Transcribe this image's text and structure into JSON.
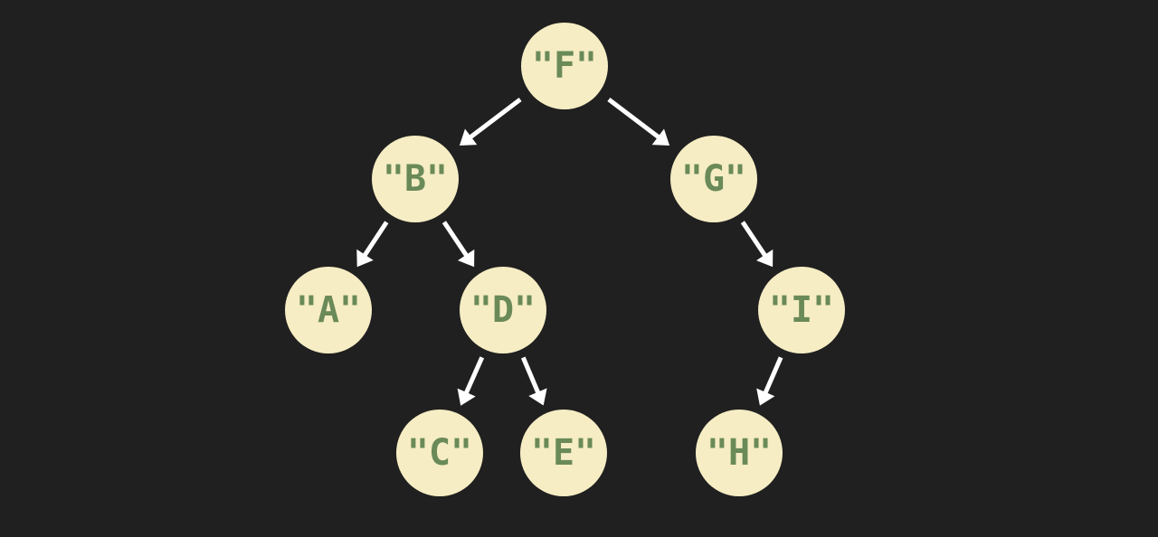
{
  "tree": {
    "colors": {
      "background": "#202020",
      "node_fill": "#f6edc4",
      "label_text": "#6a8a58",
      "arrow": "#ffffff"
    },
    "nodes": [
      {
        "id": "F",
        "label": "\"F\""
      },
      {
        "id": "B",
        "label": "\"B\""
      },
      {
        "id": "G",
        "label": "\"G\""
      },
      {
        "id": "A",
        "label": "\"A\""
      },
      {
        "id": "D",
        "label": "\"D\""
      },
      {
        "id": "I",
        "label": "\"I\""
      },
      {
        "id": "C",
        "label": "\"C\""
      },
      {
        "id": "E",
        "label": "\"E\""
      },
      {
        "id": "H",
        "label": "\"H\""
      }
    ],
    "edges": [
      {
        "from": "F",
        "to": "B"
      },
      {
        "from": "F",
        "to": "G"
      },
      {
        "from": "B",
        "to": "A"
      },
      {
        "from": "B",
        "to": "D"
      },
      {
        "from": "G",
        "to": "I"
      },
      {
        "from": "D",
        "to": "C"
      },
      {
        "from": "D",
        "to": "E"
      },
      {
        "from": "I",
        "to": "H"
      }
    ]
  }
}
